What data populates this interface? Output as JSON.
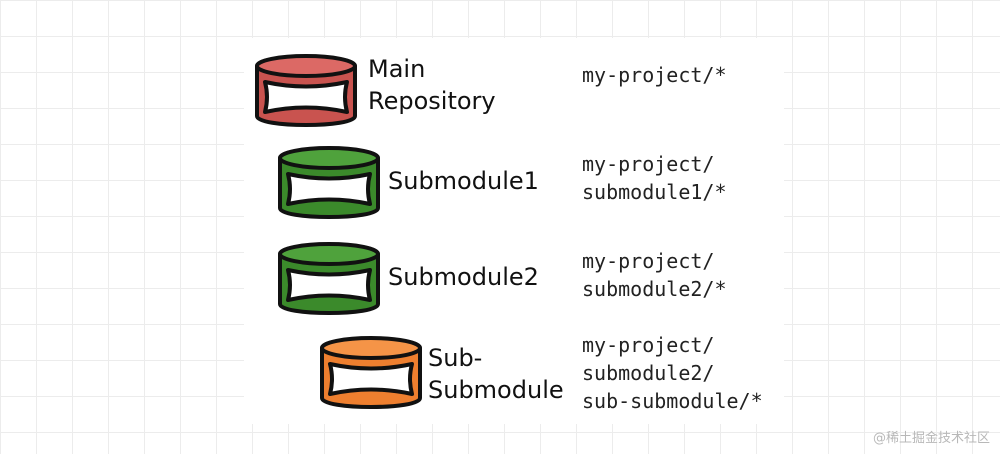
{
  "nodes": [
    {
      "label": "Main\nRepository",
      "path": "my-project/*",
      "fill": "#c9534f",
      "fill_light": "#dc6965",
      "role": "main-repository"
    },
    {
      "label": "Submodule1",
      "path": "my-project/\nsubmodule1/*",
      "fill": "#3b8a2b",
      "fill_light": "#4fa23c",
      "role": "submodule1"
    },
    {
      "label": "Submodule2",
      "path": "my-project/\nsubmodule2/*",
      "fill": "#3b8a2b",
      "fill_light": "#4fa23c",
      "role": "submodule2"
    },
    {
      "label": "Sub-\nSubmodule",
      "path": "my-project/\nsubmodule2/\nsub-submodule/*",
      "fill": "#ee7f2f",
      "fill_light": "#f59447",
      "role": "sub-submodule"
    }
  ],
  "watermark": "@稀土掘金技术社区"
}
